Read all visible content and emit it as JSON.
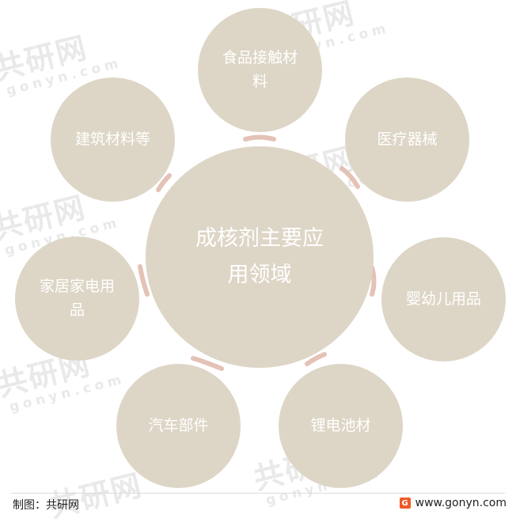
{
  "watermark": {
    "big": "共研网",
    "small": "gonyn.com"
  },
  "center": {
    "line1": "成核剂主要应",
    "line2": "用领域"
  },
  "satellites": {
    "food": {
      "line1": "食品接触材",
      "line2": "料"
    },
    "medical": {
      "line1": "医疗器械"
    },
    "infant": {
      "line1": "婴幼儿用品"
    },
    "lithium": {
      "line1": "锂电池材"
    },
    "auto": {
      "line1": "汽车部件"
    },
    "home": {
      "line1": "家居家电用",
      "line2": "品"
    },
    "building": {
      "line1": "建筑材料等"
    }
  },
  "footer": {
    "source": "制图：共研网",
    "website": "www.gonyn.com"
  },
  "colors": {
    "circle": "#ddd6c6",
    "connector": "#e4c2b6",
    "logo": "#f0592a"
  }
}
